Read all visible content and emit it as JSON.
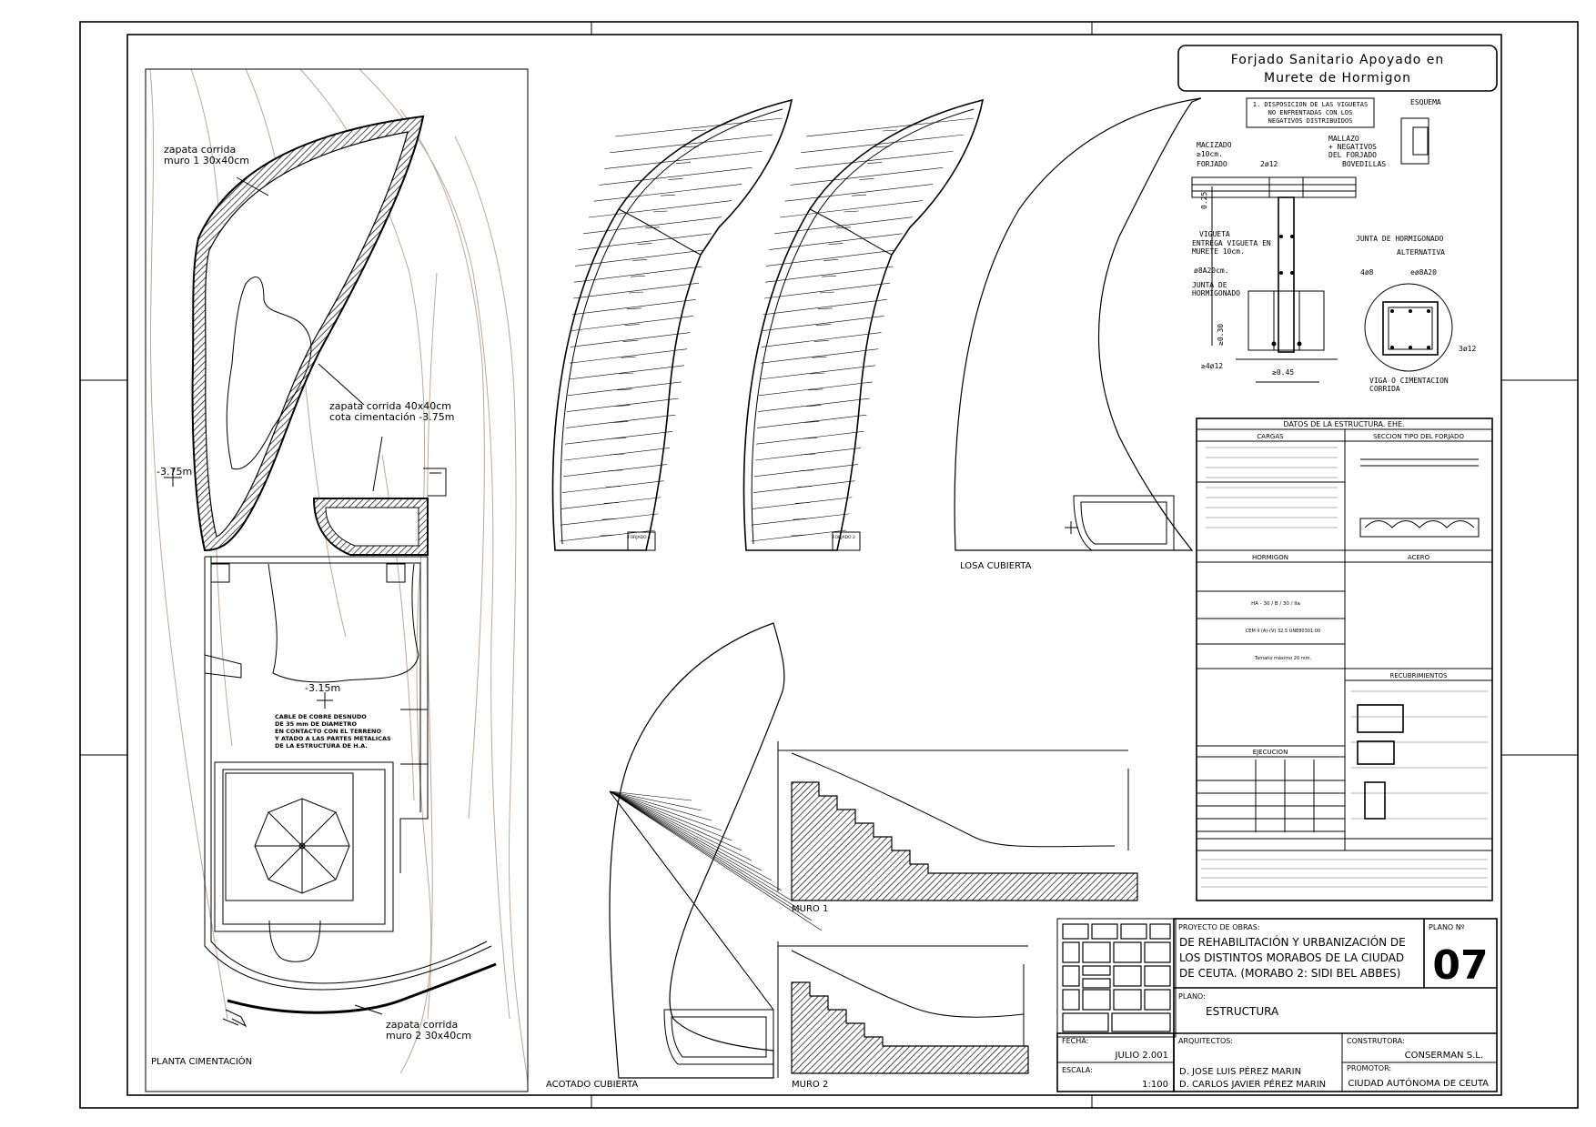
{
  "title": {
    "line1": "Forjado Sanitario Apoyado en",
    "line2": "Murete de Hormigon"
  },
  "plan": {
    "label_zapata1_a": "zapata corrida",
    "label_zapata1_b": "muro 1 30x40cm",
    "label_zapata_c_a": "zapata corrida 40x40cm",
    "label_zapata_c_b": "cota cimentación -3.75m",
    "label_zapata2_a": "zapata corrida",
    "label_zapata2_b": "muro 2 30x40cm",
    "level_a": "-3.75m",
    "level_b": "-3.15m",
    "cable_note": [
      "CABLE DE COBRE DESNUDO",
      "DE 35 mm DE DIAMETRO",
      "EN CONTACTO CON EL TERRENO",
      "Y ATADO A LAS PARTES METALICAS",
      "DE LA ESTRUCTURA DE H.A."
    ],
    "caption": "PLANTA CIMENTACIÓN"
  },
  "drawings": {
    "forjado1": "FORJADO 1",
    "forjado2": "FORJADO 2",
    "losa": "LOSA CUBIERTA",
    "acotado": "ACOTADO CUBIERTA",
    "muro1": "MURO 1",
    "muro2": "MURO 2"
  },
  "detail": {
    "note": [
      "1. DISPOSICION DE LAS VIGUETAS",
      "NO ENFRENTADAS CON LOS",
      "NEGATIVOS DISTRIBUIDOS"
    ],
    "esquema": "ESQUEMA",
    "macizado": "MACIZADO",
    "macizado2": "≥10cm.",
    "forjado": "FORJADO",
    "bar1": "2ø12",
    "mallazo": [
      "MALLAZO",
      "+ NEGATIVOS",
      "DEL FORJADO"
    ],
    "bovedillas": "BOVEDILLAS",
    "dim025": "0.25",
    "vigueta": "VIGUETA",
    "entrega": [
      "ENTREGA VIGUETA EN",
      "MURETE 10cm."
    ],
    "junta1": "JUNTA DE HORMIGONADO",
    "alternativa": "ALTERNATIVA",
    "stirrup": "ø8A20cm.",
    "junta2": [
      "JUNTA DE",
      "HORMIGONADO"
    ],
    "dim030": "≥0.30",
    "bars4": "≥4ø12",
    "dim045": "≥0.45",
    "alt_bars1": "4ø8",
    "alt_bars2": "eø8A20",
    "alt_bars3": "3ø12",
    "viga": [
      "VIGA O CIMENTACION",
      "CORRIDA"
    ]
  },
  "table": {
    "title": "DATOS DE LA ESTRUCTURA. EHE.",
    "cargas": "CARGAS",
    "seccion": "SECCION TIPO DEL FORJADO",
    "hormigon": "HORMIGON",
    "acero": "ACERO",
    "recubrimientos": "RECUBRIMIENTOS",
    "ejecucion": "EJECUCION",
    "tipo_hormigon": "HA - 30 / B / 30 / IIa",
    "cemento": "CEM II (A)-(V) 32,5 UNE80301:00",
    "arido": "Tamaño máximo 20 mm."
  },
  "titleblock": {
    "proyecto_label": "PROYECTO DE OBRAS:",
    "proyecto": [
      "DE REHABILITACIÓN Y URBANIZACIÓN DE",
      "LOS DISTINTOS MORABOS DE LA CIUDAD",
      "DE CEUTA. (MORABO 2: SIDI BEL ABBES)"
    ],
    "plano_label": "PLANO Nº",
    "plano_num": "07",
    "plano2_label": "PLANO:",
    "plano2": "ESTRUCTURA",
    "fecha_label": "FECHA:",
    "fecha": "JULIO 2.001",
    "escala_label": "ESCALA:",
    "escala": "1:100",
    "arquitectos_label": "ARQUITECTOS:",
    "arquitecto1": "D. JOSE LUIS PÉREZ MARIN",
    "arquitecto2": "D. CARLOS JAVIER PÉREZ MARIN",
    "constructora_label": "CONSTRUTORA:",
    "constructora": "CONSERMAN S.L.",
    "promotor_label": "PROMOTOR:",
    "promotor": "CIUDAD AUTÓNOMA DE CEUTA"
  }
}
